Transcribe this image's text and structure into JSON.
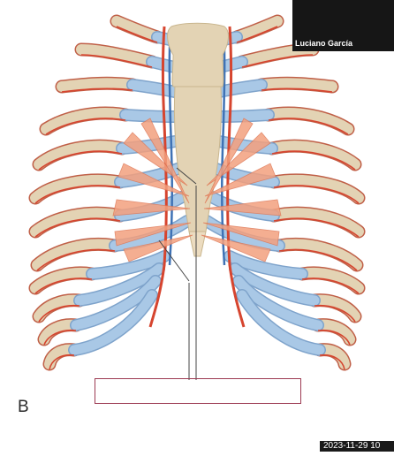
{
  "figure": {
    "panel_label": "B"
  },
  "video_call": {
    "participant_name": "Luciano García"
  },
  "screen_overlay": {
    "timestamp": "2023-11-29 10"
  },
  "colors": {
    "bone": "#e3d3b4",
    "cartilage": "#a9c8e6",
    "artery": "#d6452f",
    "vein": "#3f72b5",
    "muscle": "#f3a07e",
    "annotation_box": "#9c3a52"
  }
}
